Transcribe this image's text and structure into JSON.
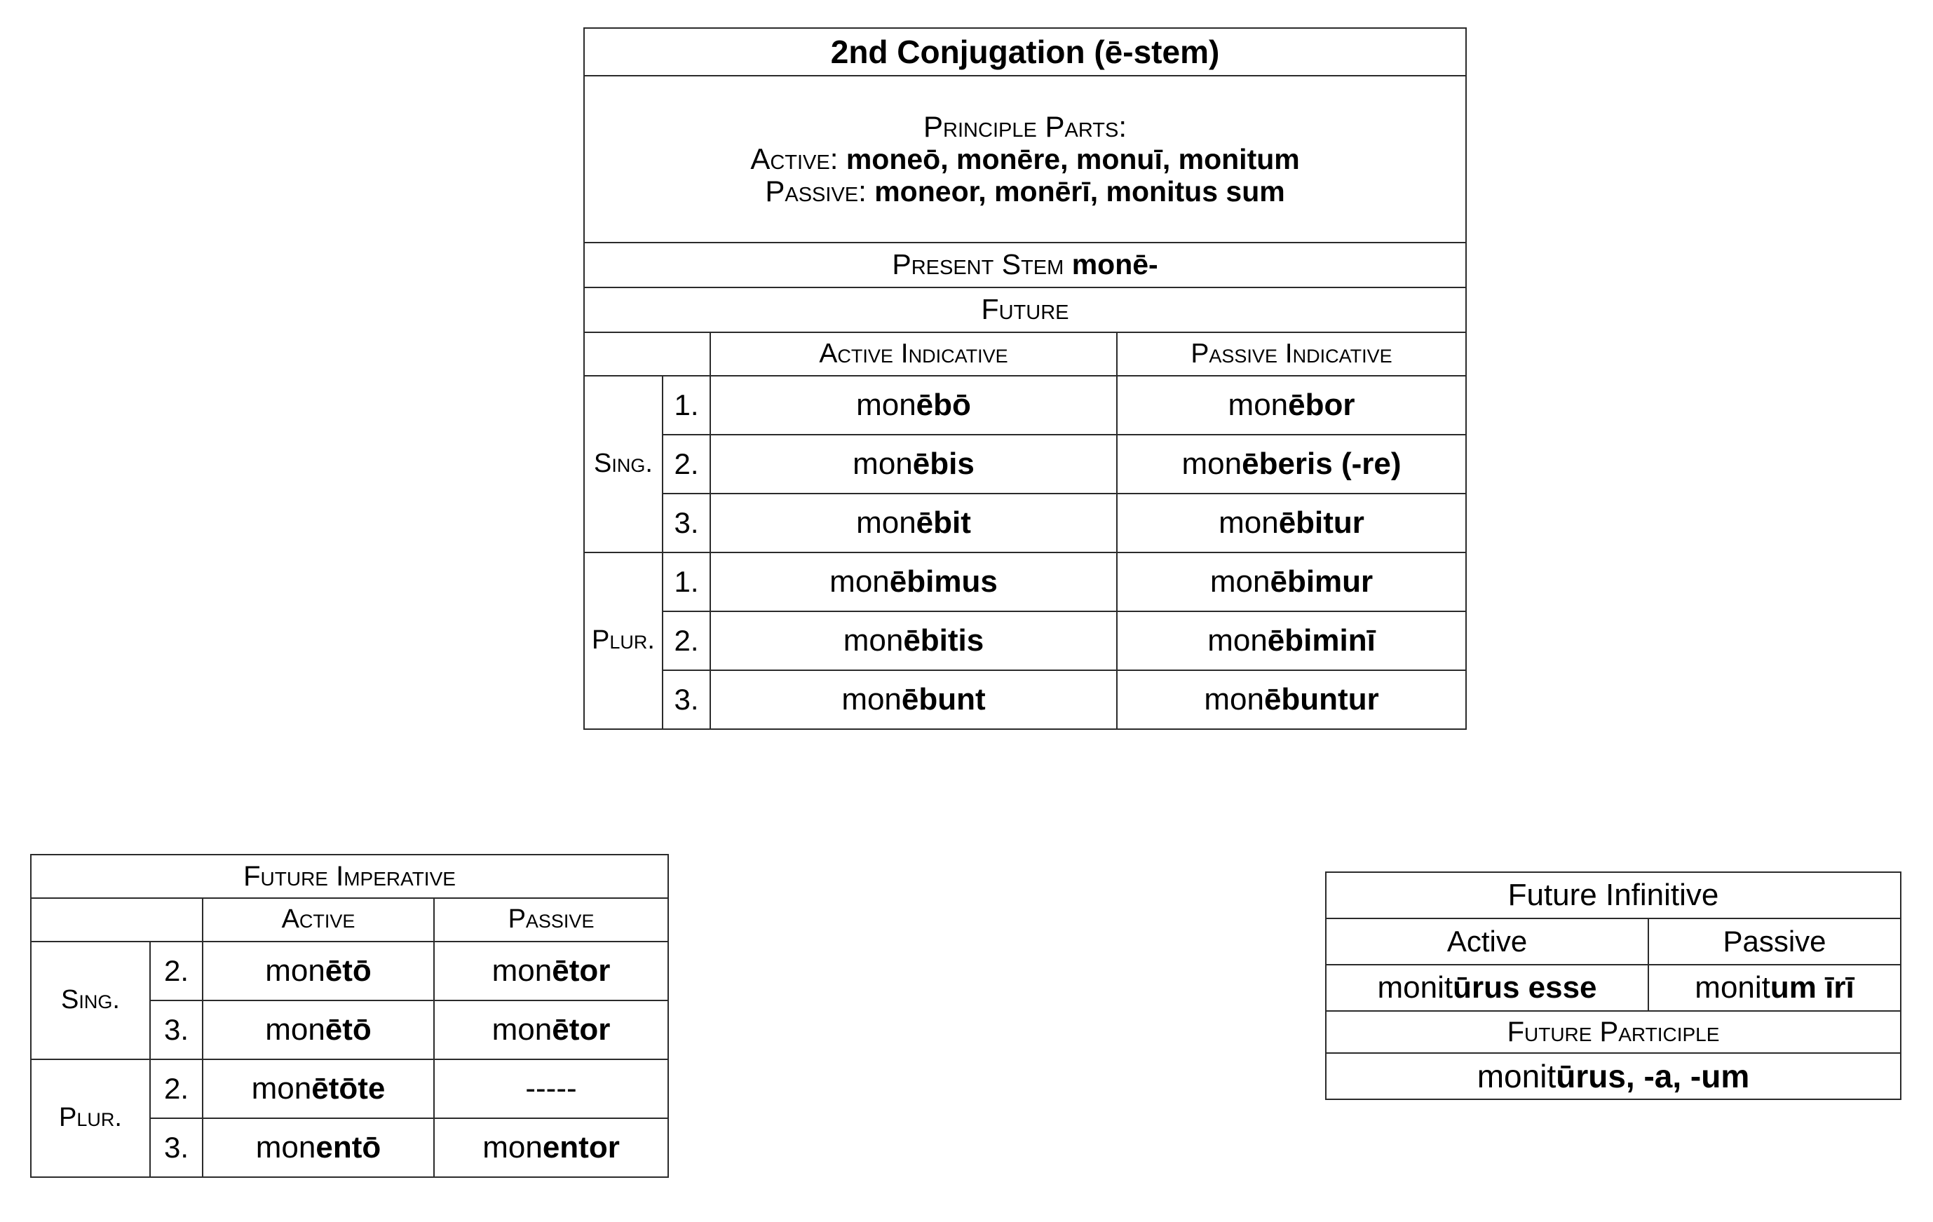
{
  "main_table": {
    "title": "2nd Conjugation (ē-stem)",
    "principle_parts": {
      "heading": "Principle Parts:",
      "active_label": "Active:",
      "active_forms": "moneō, monēre, monuī, monitum",
      "passive_label": "Passive:",
      "passive_forms": "moneor, monērī, monitus sum"
    },
    "present_stem_label": "Present  Stem ",
    "present_stem_value": "monē-",
    "tense_banner": "Future",
    "columns": {
      "corner": "",
      "active": "Active Indicative",
      "passive": "Passive Indicative"
    },
    "sing_label": "Sing.",
    "plur_label": "Plur.",
    "rows": [
      {
        "group": "sing",
        "num": "1.",
        "active_stem": "mon",
        "active_end": "ēbō",
        "passive_stem": "mon",
        "passive_end": "ēbor"
      },
      {
        "group": "sing",
        "num": "2.",
        "active_stem": "mon",
        "active_end": "ēbis",
        "passive_stem": "mon",
        "passive_end": "ēberis (-re)"
      },
      {
        "group": "sing",
        "num": "3.",
        "active_stem": "mon",
        "active_end": "ēbit",
        "passive_stem": "mon",
        "passive_end": "ēbitur"
      },
      {
        "group": "plur",
        "num": "1.",
        "active_stem": "mon",
        "active_end": "ēbimus",
        "passive_stem": "mon",
        "passive_end": "ēbimur"
      },
      {
        "group": "plur",
        "num": "2.",
        "active_stem": "mon",
        "active_end": "ēbitis",
        "passive_stem": "mon",
        "passive_end": "ēbiminī"
      },
      {
        "group": "plur",
        "num": "3.",
        "active_stem": "mon",
        "active_end": "ēbunt",
        "passive_stem": "mon",
        "passive_end": "ēbuntur"
      }
    ]
  },
  "imperative_table": {
    "title": "Future Imperative",
    "columns": {
      "corner": "",
      "active": "Active",
      "passive": "Passive"
    },
    "sing_label": "Sing.",
    "plur_label": "Plur.",
    "rows": [
      {
        "group": "sing",
        "num": "2.",
        "active_stem": "mon",
        "active_end": "ētō",
        "passive_stem": "mon",
        "passive_end": "ētor",
        "passive_empty": false
      },
      {
        "group": "sing",
        "num": "3.",
        "active_stem": "mon",
        "active_end": "ētō",
        "passive_stem": "mon",
        "passive_end": "ētor",
        "passive_empty": false
      },
      {
        "group": "plur",
        "num": "2.",
        "active_stem": "mon",
        "active_end": "ētōte",
        "passive_stem": "",
        "passive_end": "",
        "passive_dash": "-----",
        "passive_empty": true
      },
      {
        "group": "plur",
        "num": "3.",
        "active_stem": "mon",
        "active_end": "entō",
        "passive_stem": "mon",
        "passive_end": "entor",
        "passive_empty": false
      }
    ]
  },
  "infinitive_table": {
    "title": "Future Infinitive",
    "columns": {
      "active": "Active",
      "passive": "Passive"
    },
    "active_stem": "monit",
    "active_end": "ūrus esse",
    "passive_stem": "monit",
    "passive_end": "um īrī",
    "participle_title": "Future Participle",
    "participle_stem": "monit",
    "participle_end": "ūrus, -a, -um"
  },
  "colors": {
    "banner_grey": "#d9d9d9",
    "subhead_grey": "#f1f1f1",
    "active_yellow": "#faf9a0",
    "passive_yellow": "#fbfbd5",
    "active_green": "#e2f5e6",
    "passive_green": "#edfbf3",
    "border": "#2b2b2b",
    "text": "#000000"
  }
}
